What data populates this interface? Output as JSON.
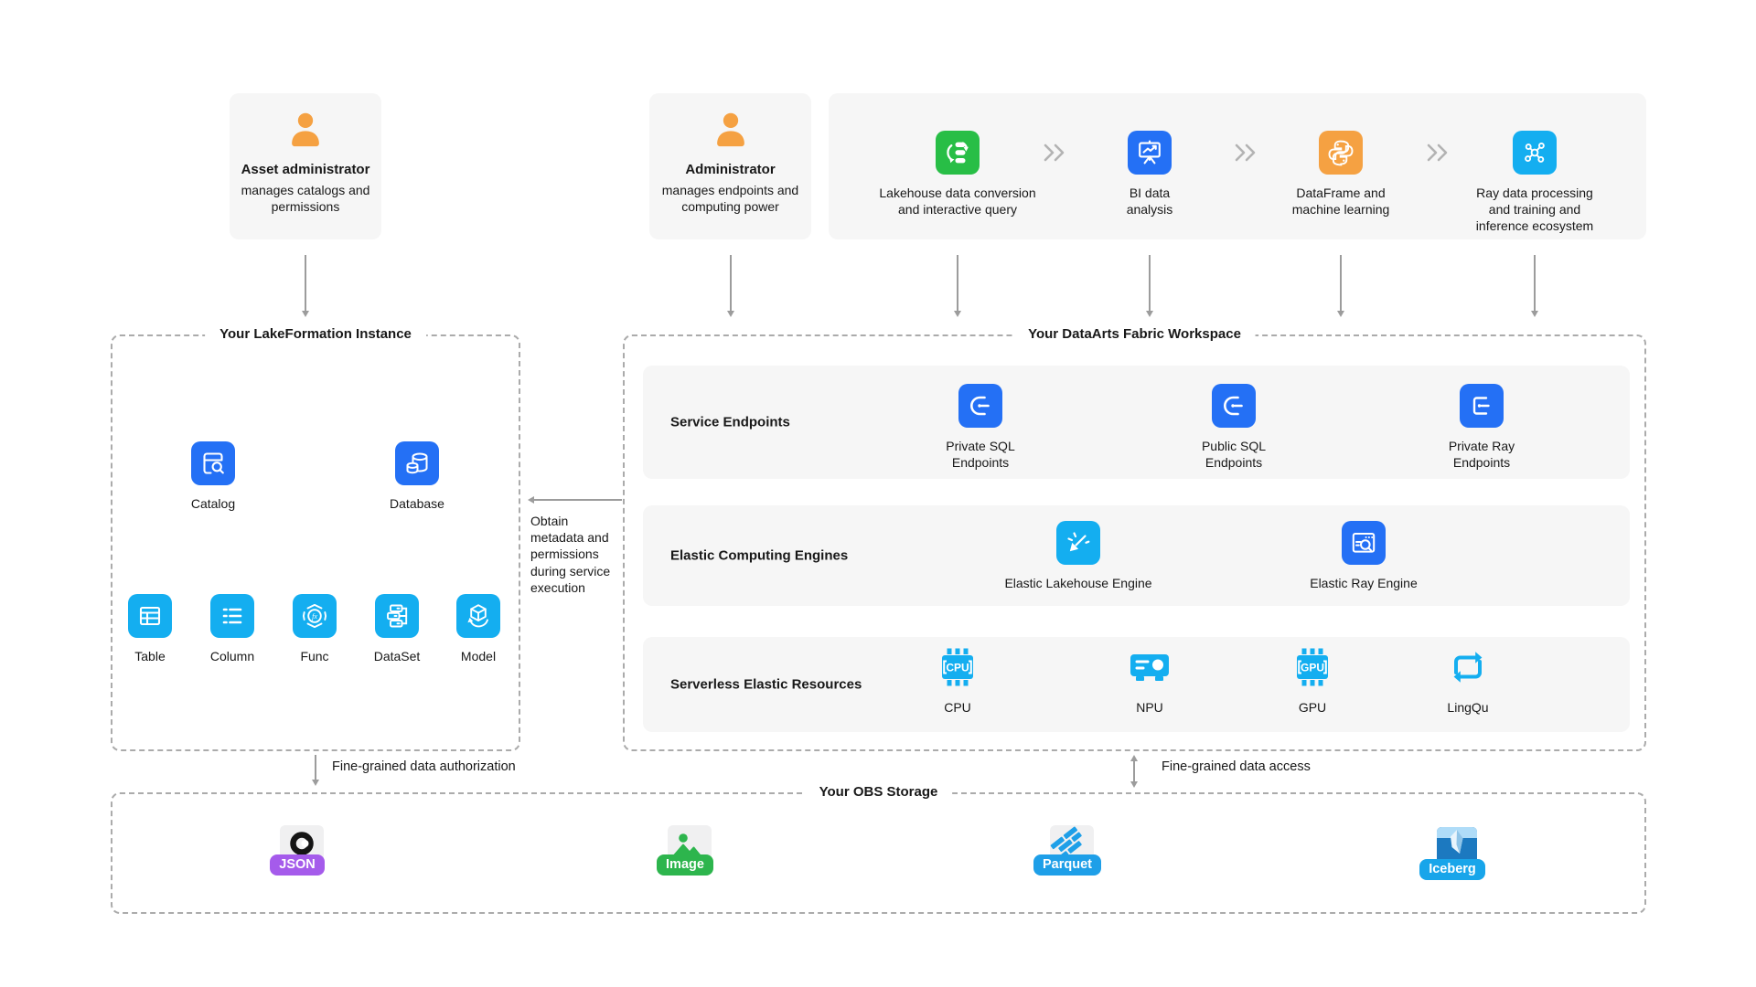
{
  "palette": {
    "orange": "#F5A142",
    "green": "#28BE46",
    "blue": "#2470F5",
    "cyan": "#14AEF0",
    "card_bg": "#F6F6F6",
    "dashed_border": "#ABABAB",
    "arrow": "#9C9C9C",
    "badge_purple": "#A55BEB",
    "badge_green": "#2DB54D",
    "badge_blue": "#1E9FE8",
    "badge_cyan": "#18A5EA",
    "text": "#181818"
  },
  "actors": [
    {
      "title": "Asset administrator",
      "desc": "manages catalogs and permissions",
      "icon": "person-icon"
    },
    {
      "title": "Administrator",
      "desc": "manages endpoints and computing power",
      "icon": "person-icon"
    }
  ],
  "workflow": {
    "steps": [
      {
        "label": "Lakehouse data conversion and interactive query",
        "icon": "data-conversion-icon",
        "color": "#28BE46"
      },
      {
        "label": "BI data analysis",
        "icon": "bi-analysis-icon",
        "color": "#2470F5"
      },
      {
        "label": "DataFrame and machine learning",
        "icon": "python-dataframe-icon",
        "color": "#F5A142"
      },
      {
        "label": "Ray data processing and training and inference ecosystem",
        "icon": "ray-cluster-icon",
        "color": "#14AEF0"
      }
    ]
  },
  "lakeformation": {
    "title": "Your LakeFormation Instance",
    "primary_items": [
      {
        "label": "Catalog",
        "icon": "catalog-icon"
      },
      {
        "label": "Database",
        "icon": "database-icon"
      }
    ],
    "secondary_items": [
      {
        "label": "Table",
        "icon": "table-icon"
      },
      {
        "label": "Column",
        "icon": "column-icon"
      },
      {
        "label": "Func",
        "icon": "function-icon",
        "icon_text": "fx"
      },
      {
        "label": "DataSet",
        "icon": "dataset-icon"
      },
      {
        "label": "Model",
        "icon": "model-icon"
      }
    ]
  },
  "metadata_note": "Obtain metadata and permissions during service execution",
  "workspace": {
    "title": "Your DataArts Fabric Workspace",
    "rows": [
      {
        "label": "Service Endpoints",
        "items": [
          {
            "label": "Private SQL Endpoints",
            "icon": "sql-endpoint-icon"
          },
          {
            "label": "Public SQL Endpoints",
            "icon": "sql-endpoint-icon"
          },
          {
            "label": "Private Ray Endpoints",
            "icon": "ray-endpoint-icon"
          }
        ]
      },
      {
        "label": "Elastic Computing Engines",
        "items": [
          {
            "label": "Elastic Lakehouse Engine",
            "icon": "lakehouse-engine-icon"
          },
          {
            "label": "Elastic Ray Engine",
            "icon": "ray-engine-icon"
          }
        ]
      },
      {
        "label": "Serverless Elastic Resources",
        "items": [
          {
            "label": "CPU",
            "chip_text": "CPU",
            "icon": "cpu-chip-icon"
          },
          {
            "label": "NPU",
            "icon": "npu-card-icon"
          },
          {
            "label": "GPU",
            "chip_text": "GPU",
            "icon": "gpu-chip-icon"
          },
          {
            "label": "LingQu",
            "icon": "lingqu-loop-icon"
          }
        ]
      }
    ]
  },
  "connections": {
    "authorization_label": "Fine-grained data authorization",
    "access_label": "Fine-grained data access"
  },
  "storage": {
    "title": "Your OBS Storage",
    "formats": [
      {
        "label": "JSON",
        "icon": "json-file-icon"
      },
      {
        "label": "Image",
        "icon": "image-file-icon"
      },
      {
        "label": "Parquet",
        "icon": "parquet-file-icon"
      },
      {
        "label": "Iceberg",
        "icon": "iceberg-file-icon"
      }
    ]
  }
}
